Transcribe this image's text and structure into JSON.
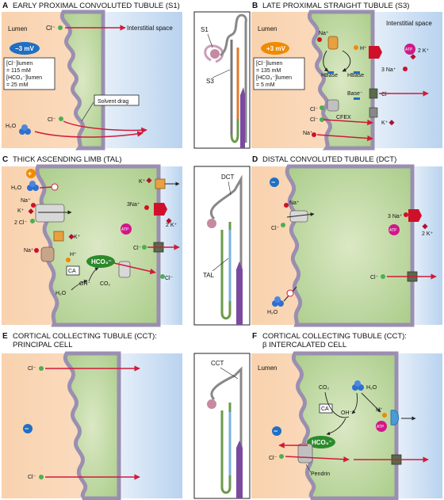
{
  "panels": {
    "A": {
      "letter": "A",
      "title": "EARLY PROXIMAL CONVOLUTED TUBULE (S1)",
      "lumen": "Lumen",
      "interstitial": "Interstitial space",
      "potential": "−3 mV",
      "cl_lumen": "[Cl⁻]lumen",
      "cl_val": "= 115 mM",
      "hco3_lumen": "[HCO₃⁻]lumen",
      "hco3_val": "= 25 mM",
      "drag": "Solvent drag",
      "cl": "Cl⁻",
      "cl2": "Cl⁻",
      "h2o": "H₂O"
    },
    "B": {
      "letter": "B",
      "title": "LATE PROXIMAL STRAIGHT TUBULE (S3)",
      "lumen": "Lumen",
      "interstitial": "Interstitial space",
      "potential": "+3 mV",
      "cl_lumen": "[Cl⁻]lumen",
      "cl_val": "= 135 mM",
      "hco3_lumen": "[HCO₃⁻]lumen",
      "hco3_val": "= 5 mM",
      "na": "Na⁺",
      "h": "H⁺",
      "hbase1": "HBase",
      "hbase2": "HBase",
      "base": "Base⁻",
      "cfex": "CFEX",
      "cl1": "Cl⁻",
      "cl2": "Cl⁻",
      "na2": "Na⁺",
      "k2": "2 K⁺",
      "na3": "3 Na⁺",
      "atp": "ATP",
      "clr": "Cl⁻",
      "kr": "K⁺"
    },
    "C": {
      "letter": "C",
      "title": "THICK ASCENDING LIMB (TAL)",
      "h2o": "H₂O",
      "na": "Na⁺",
      "k": "K⁺",
      "cl2": "2 Cl⁻",
      "k2": "K⁺",
      "na2": "Na⁺",
      "h": "H⁺",
      "ca": "CA",
      "hco3": "HCO₃⁻",
      "oh": "OH⁻",
      "co2": "CO₂",
      "h2o2": "H₂O",
      "kr": "K⁺",
      "na3": "3Na⁺",
      "k2r": "2 K⁺",
      "atp": "ATP",
      "clr": "Cl⁻",
      "clr2": "Cl⁻"
    },
    "D": {
      "letter": "D",
      "title": "DISTAL CONVOLUTED TUBULE (DCT)",
      "na": "Na⁺",
      "cl": "Cl⁻",
      "h2o": "H₂O",
      "na3": "3 Na⁺",
      "k2": "2 K⁺",
      "atp": "ATP",
      "clr": "Cl⁻"
    },
    "E": {
      "letter": "E",
      "title1": "CORTICAL COLLECTING TUBULE (CCT):",
      "title2": "PRINCIPAL CELL",
      "cl1": "Cl⁻",
      "cl2": "Cl⁻"
    },
    "F": {
      "letter": "F",
      "title1": "CORTICAL COLLECTING TUBULE (CCT):",
      "title2": "β INTERCALATED CELL",
      "lumen": "Lumen",
      "co2": "CO₂",
      "h2o": "H₂O",
      "ca": "CA",
      "oh": "OH⁻",
      "h": "H⁺",
      "atp": "ATP",
      "hco3": "HCO₃⁻",
      "cl": "Cl⁻",
      "pendrin": "Pendrin"
    }
  },
  "nephron": {
    "s1": "S1",
    "s3": "S3",
    "dct": "DCT",
    "tal": "TAL",
    "cct": "CCT"
  },
  "colors": {
    "lumen": "#f7d9bd",
    "interstitium": "#c9ddf2",
    "cell": "#cfe0b4",
    "membrane": "#9a8fb0",
    "arrow": "#d11a3a",
    "chloride": "#4caf50",
    "sodium": "#d0102a",
    "proton": "#f08a00",
    "potassium": "#b01030",
    "atp": "#d0188a",
    "nephron_purple": "#7a4aa0"
  }
}
